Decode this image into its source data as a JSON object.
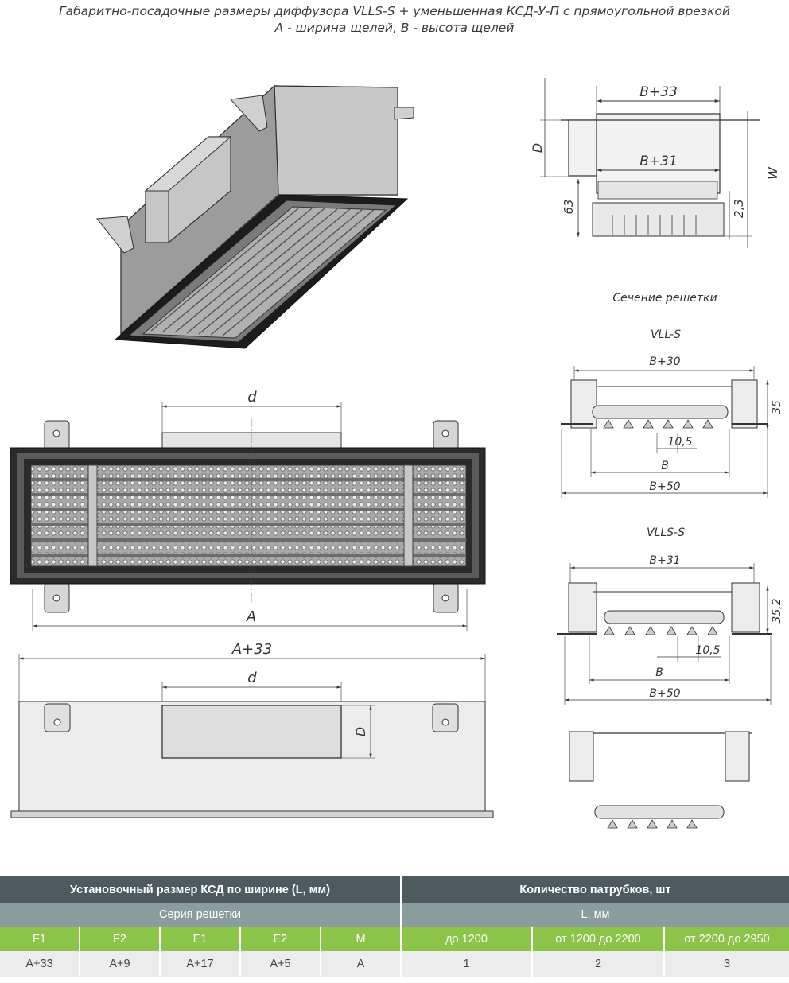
{
  "title": {
    "line1": "Габаритно-посадочные размеры диффузора VLLS-S + уменьшенная КСД-У-П с прямоугольной врезкой",
    "line2": "А - ширина щелей, В - высота щелей"
  },
  "labels": {
    "section_caption": "Сечение решетки",
    "vll_s": "VLL-S",
    "vlls_s": "VLLS-S"
  },
  "dims": {
    "top_right": {
      "b33": "B+33",
      "b31": "B+31",
      "d": "D",
      "w": "W",
      "d63": "63",
      "d23": "2,3"
    },
    "vll": {
      "b30": "B+30",
      "d35": "35",
      "d105": "10,5",
      "b": "B",
      "b50": "B+50"
    },
    "vlls": {
      "b31": "B+31",
      "d352": "35,2",
      "d105": "10,5",
      "b": "B",
      "b50": "B+50"
    },
    "front": {
      "d": "d",
      "a": "A"
    },
    "rear": {
      "a33": "A+33",
      "d": "d",
      "D": "D"
    }
  },
  "table": {
    "header_left": "Установочный размер КСД по ширине (L, мм)",
    "header_right": "Количество патрубков, шт",
    "sub_left": "Серия решетки",
    "sub_right": "L, мм",
    "columns": [
      "F1",
      "F2",
      "E1",
      "E2",
      "M",
      "до 1200",
      "от 1200 до 2200",
      "от 2200 до 2950"
    ],
    "values": [
      "A+33",
      "A+9",
      "A+17",
      "A+5",
      "A",
      "1",
      "2",
      "3"
    ]
  }
}
